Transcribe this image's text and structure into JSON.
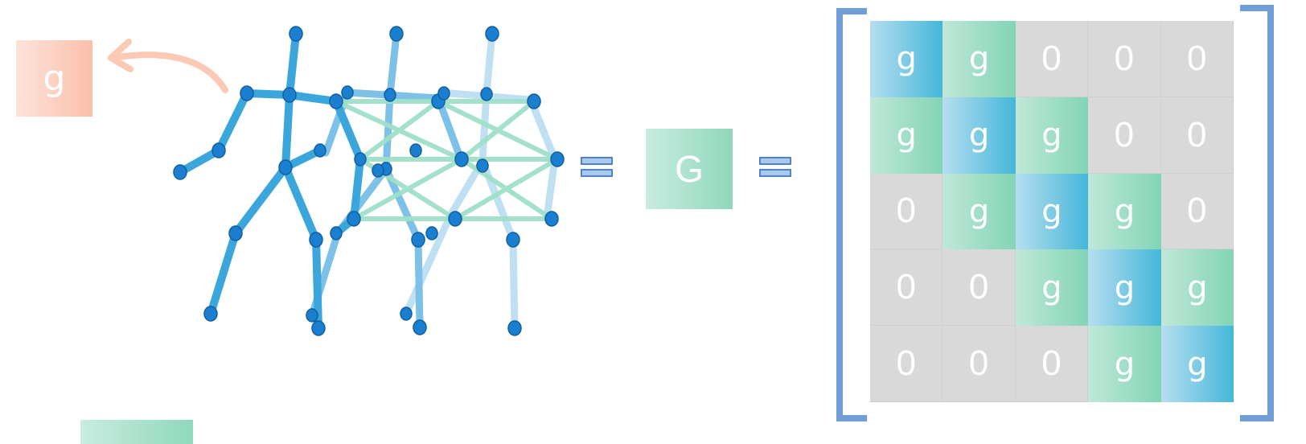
{
  "tiles": {
    "left_small": "g",
    "middle": "G"
  },
  "operators": [
    "=",
    "="
  ],
  "matrix": {
    "rows": [
      [
        "g",
        "g",
        "0",
        "0",
        "0"
      ],
      [
        "g",
        "g",
        "g",
        "0",
        "0"
      ],
      [
        "0",
        "g",
        "g",
        "g",
        "0"
      ],
      [
        "0",
        "0",
        "g",
        "g",
        "g"
      ],
      [
        "0",
        "0",
        "0",
        "g",
        "g"
      ]
    ]
  },
  "colors": {
    "diag_gradient": [
      "#b6def0",
      "#45b7da"
    ],
    "offdiag_gradient": [
      "#bfe8d8",
      "#83d4b6"
    ],
    "zero_cell": "#d9d9d9",
    "skeleton_primary": "#3aa6dc",
    "skeleton_joint": "#1a7fd0",
    "graph_edge": "#9fe0c8",
    "arrow": "#fbc9b4",
    "bracket": "#6f9fd6"
  }
}
